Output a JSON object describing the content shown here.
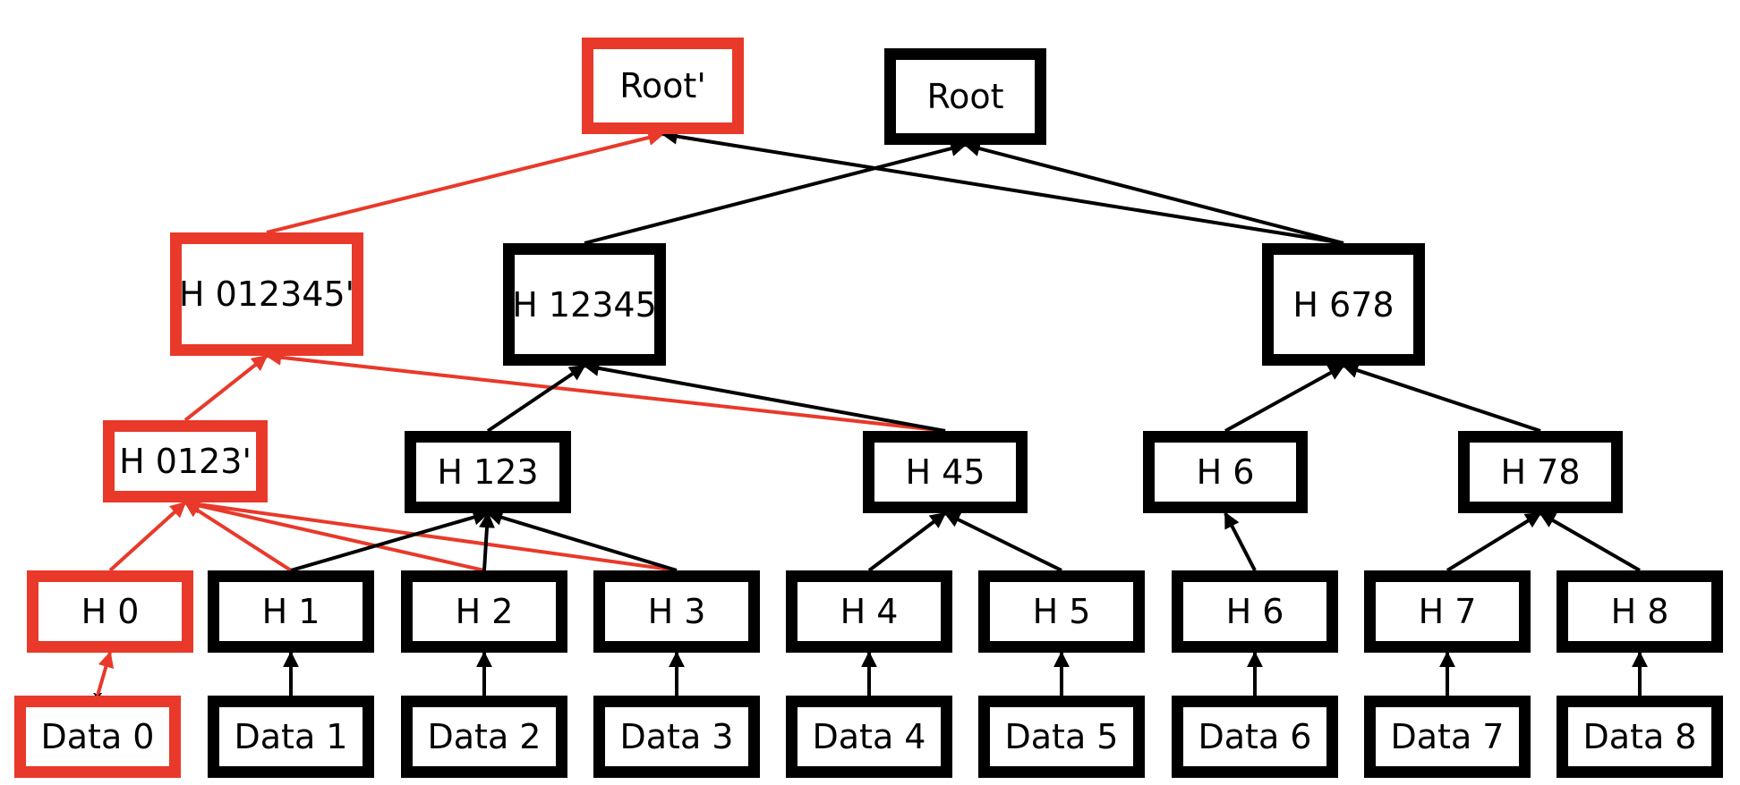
{
  "colors": {
    "modified": "#e8392a",
    "unchanged": "#000000"
  },
  "nodes": {
    "root_new": {
      "label": "Root'",
      "state": "modified"
    },
    "root": {
      "label": "Root",
      "state": "unchanged"
    },
    "h012345_new": {
      "label": "H 012345'",
      "state": "modified"
    },
    "h12345": {
      "label": "H 12345",
      "state": "unchanged"
    },
    "h678": {
      "label": "H 678",
      "state": "unchanged"
    },
    "h0123_new": {
      "label": "H 0123'",
      "state": "modified"
    },
    "h123": {
      "label": "H 123",
      "state": "unchanged"
    },
    "h45": {
      "label": "H 45",
      "state": "unchanged"
    },
    "h6_mid": {
      "label": "H 6",
      "state": "unchanged"
    },
    "h78": {
      "label": "H 78",
      "state": "unchanged"
    },
    "h0": {
      "label": "H 0",
      "state": "modified"
    },
    "h1": {
      "label": "H 1",
      "state": "unchanged"
    },
    "h2": {
      "label": "H 2",
      "state": "unchanged"
    },
    "h3": {
      "label": "H 3",
      "state": "unchanged"
    },
    "h4": {
      "label": "H 4",
      "state": "unchanged"
    },
    "h5": {
      "label": "H 5",
      "state": "unchanged"
    },
    "h6": {
      "label": "H 6",
      "state": "unchanged"
    },
    "h7": {
      "label": "H 7",
      "state": "unchanged"
    },
    "h8": {
      "label": "H 8",
      "state": "unchanged"
    },
    "data0": {
      "label": "Data 0",
      "state": "modified"
    },
    "data1": {
      "label": "Data 1",
      "state": "unchanged"
    },
    "data2": {
      "label": "Data 2",
      "state": "unchanged"
    },
    "data3": {
      "label": "Data 3",
      "state": "unchanged"
    },
    "data4": {
      "label": "Data 4",
      "state": "unchanged"
    },
    "data5": {
      "label": "Data 5",
      "state": "unchanged"
    },
    "data6": {
      "label": "Data 6",
      "state": "unchanged"
    },
    "data7": {
      "label": "Data 7",
      "state": "unchanged"
    },
    "data8": {
      "label": "Data 8",
      "state": "unchanged"
    }
  },
  "edges": [
    {
      "from": "data0",
      "to": "h0",
      "state": "modified"
    },
    {
      "from": "data1",
      "to": "h1",
      "state": "unchanged"
    },
    {
      "from": "data2",
      "to": "h2",
      "state": "unchanged"
    },
    {
      "from": "data3",
      "to": "h3",
      "state": "unchanged"
    },
    {
      "from": "data4",
      "to": "h4",
      "state": "unchanged"
    },
    {
      "from": "data5",
      "to": "h5",
      "state": "unchanged"
    },
    {
      "from": "data6",
      "to": "h6",
      "state": "unchanged"
    },
    {
      "from": "data7",
      "to": "h7",
      "state": "unchanged"
    },
    {
      "from": "data8",
      "to": "h8",
      "state": "unchanged"
    },
    {
      "from": "h0",
      "to": "h0123_new",
      "state": "modified"
    },
    {
      "from": "h1",
      "to": "h0123_new",
      "state": "modified"
    },
    {
      "from": "h2",
      "to": "h0123_new",
      "state": "modified"
    },
    {
      "from": "h3",
      "to": "h0123_new",
      "state": "modified"
    },
    {
      "from": "h1",
      "to": "h123",
      "state": "unchanged"
    },
    {
      "from": "h2",
      "to": "h123",
      "state": "unchanged"
    },
    {
      "from": "h3",
      "to": "h123",
      "state": "unchanged"
    },
    {
      "from": "h4",
      "to": "h45",
      "state": "unchanged"
    },
    {
      "from": "h5",
      "to": "h45",
      "state": "unchanged"
    },
    {
      "from": "h6",
      "to": "h6_mid",
      "state": "unchanged"
    },
    {
      "from": "h7",
      "to": "h78",
      "state": "unchanged"
    },
    {
      "from": "h8",
      "to": "h78",
      "state": "unchanged"
    },
    {
      "from": "h0123_new",
      "to": "h012345_new",
      "state": "modified"
    },
    {
      "from": "h45",
      "to": "h012345_new",
      "state": "modified"
    },
    {
      "from": "h123",
      "to": "h12345",
      "state": "unchanged"
    },
    {
      "from": "h45",
      "to": "h12345",
      "state": "unchanged"
    },
    {
      "from": "h6_mid",
      "to": "h678",
      "state": "unchanged"
    },
    {
      "from": "h78",
      "to": "h678",
      "state": "unchanged"
    },
    {
      "from": "h012345_new",
      "to": "root_new",
      "state": "modified"
    },
    {
      "from": "h678",
      "to": "root_new",
      "state": "unchanged"
    },
    {
      "from": "h12345",
      "to": "root",
      "state": "unchanged"
    },
    {
      "from": "h678",
      "to": "root",
      "state": "unchanged"
    }
  ],
  "markers": {
    "data0_cross": "x"
  }
}
